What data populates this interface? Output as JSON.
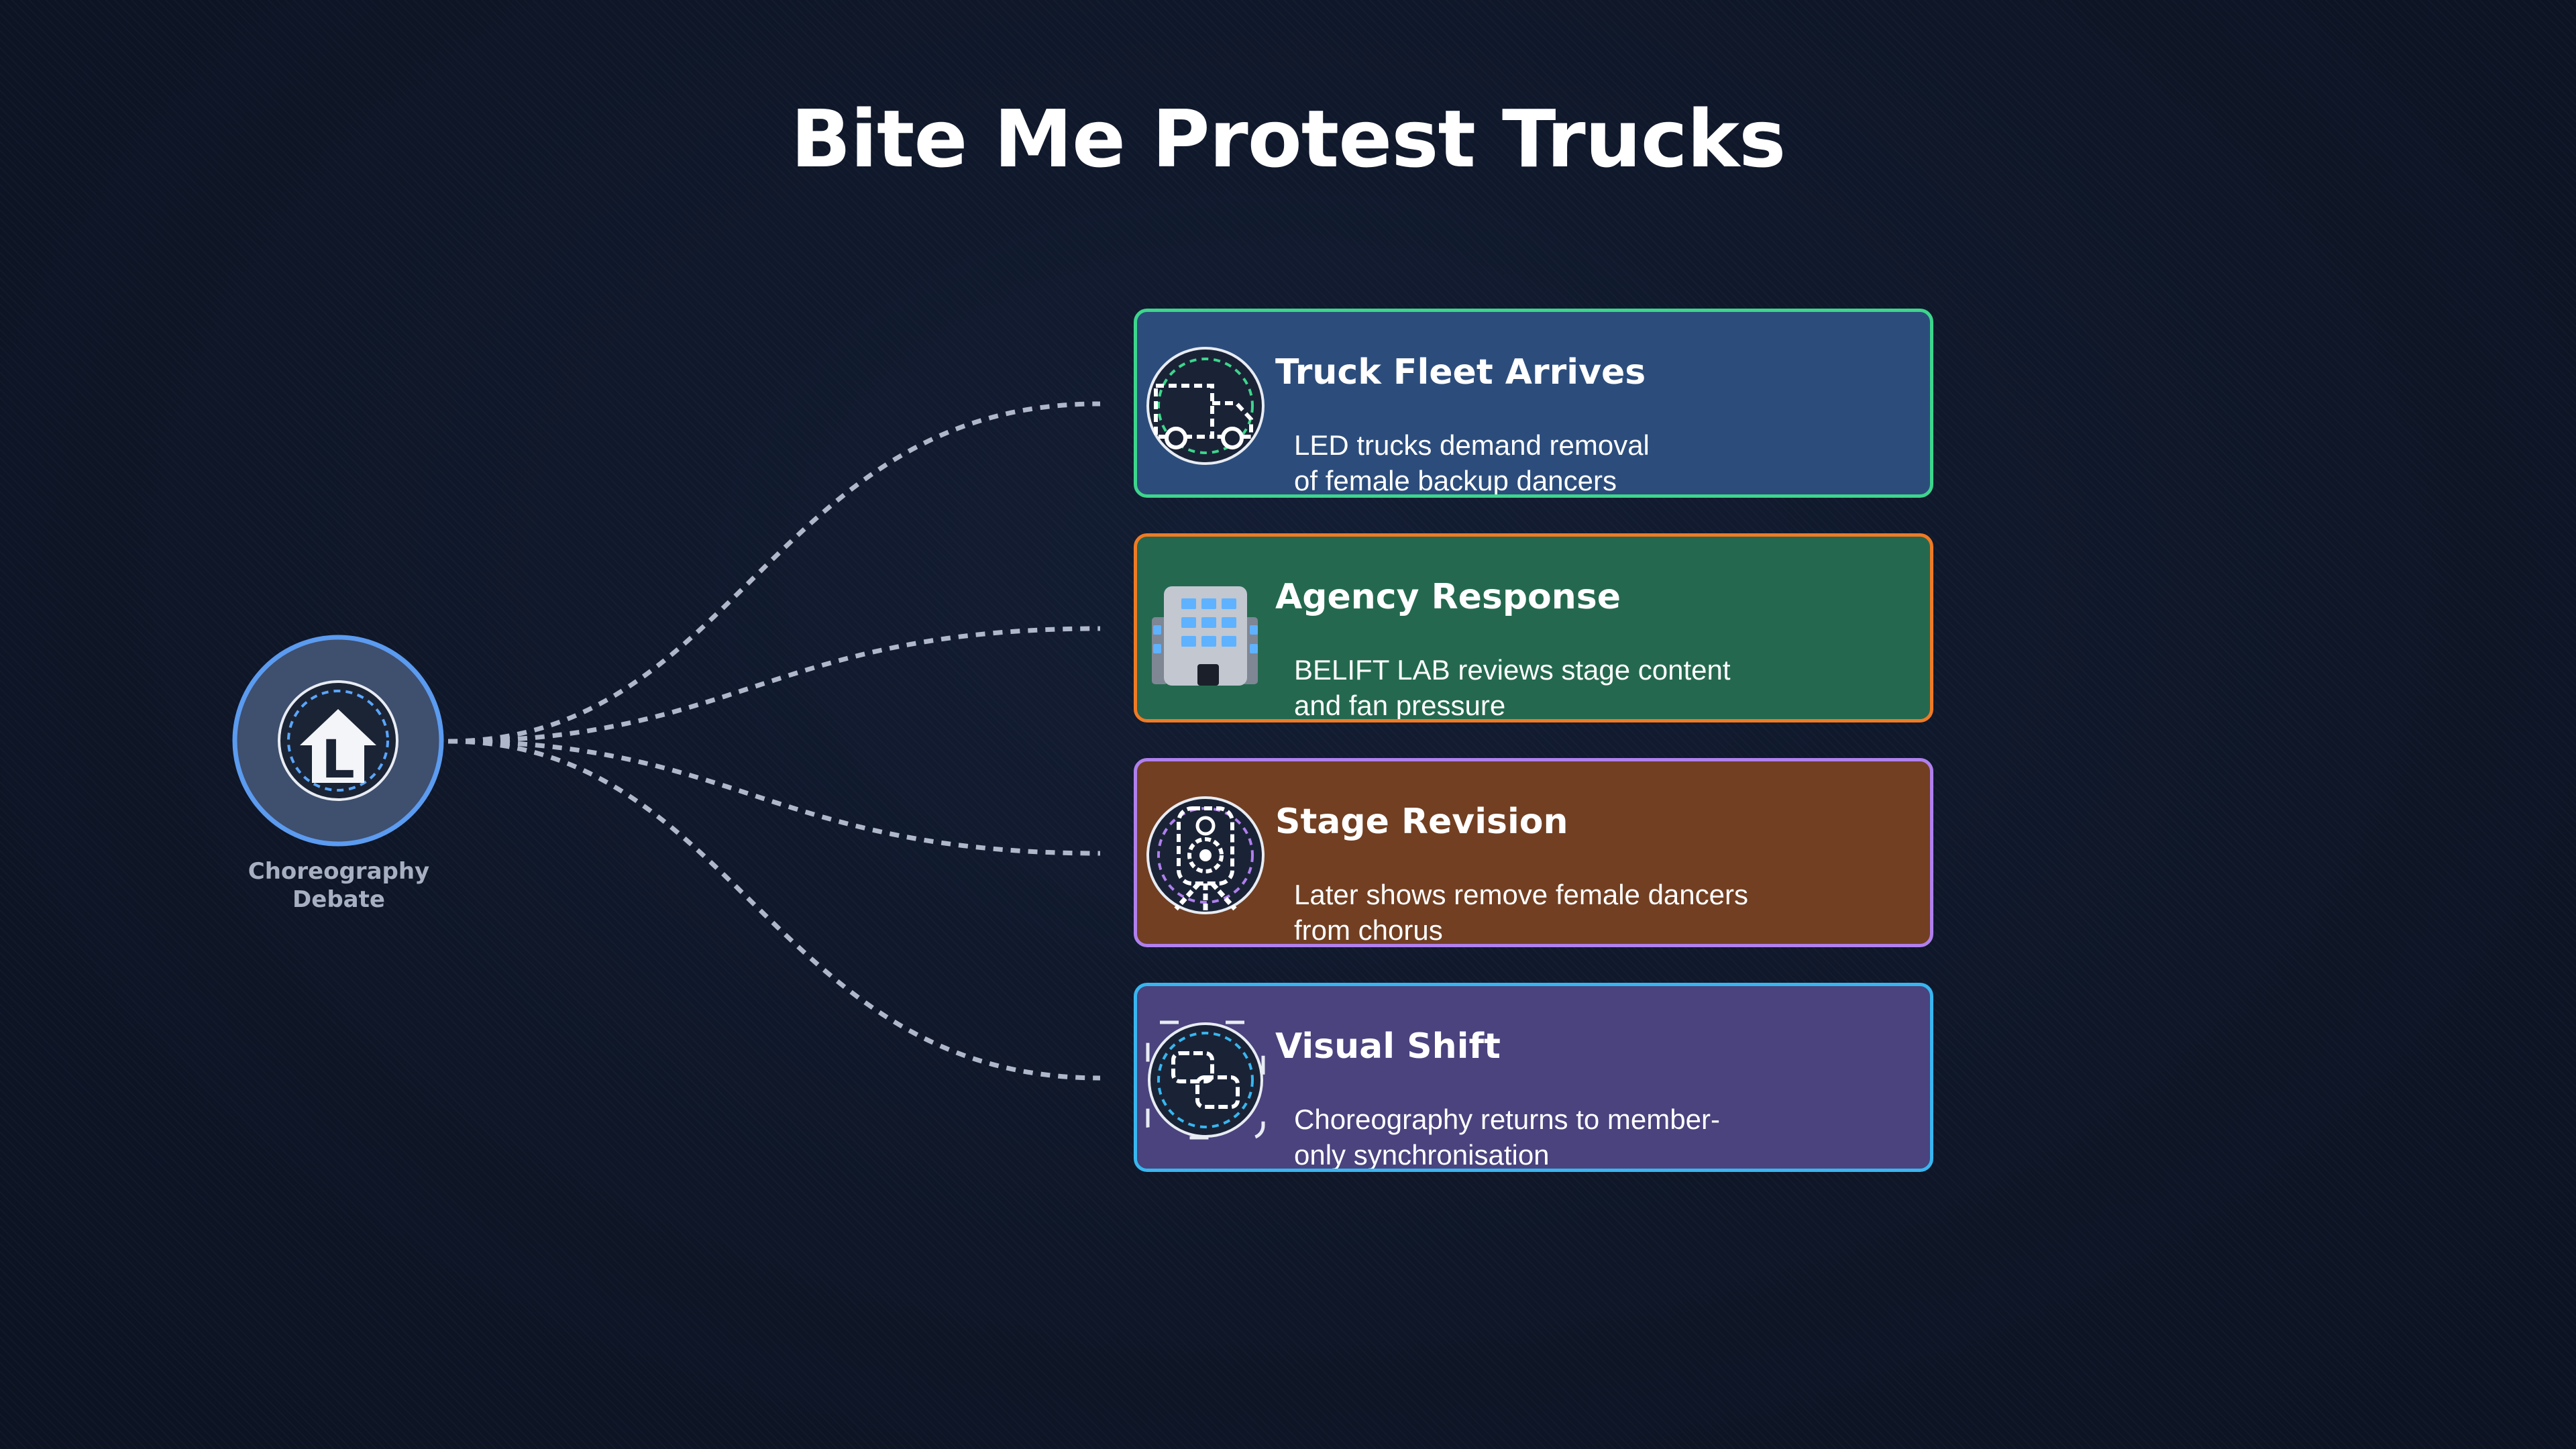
{
  "title": "Bite Me Protest Trucks",
  "hub": {
    "label_line1": "Choreography",
    "label_line2": "Debate",
    "icon": "house-letter-l-icon",
    "icon_letter": "L",
    "fill": "#3f4f6e",
    "border": "#5b9bf0"
  },
  "cards": [
    {
      "title": "Truck Fleet Arrives",
      "desc_line1": "LED trucks demand removal",
      "desc_line2": "of female backup dancers",
      "icon": "truck-icon",
      "bg": "#2c4d7c",
      "border": "#3dd68c"
    },
    {
      "title": "Agency Response",
      "desc_line1": "BELIFT LAB reviews stage content",
      "desc_line2": "and fan pressure",
      "icon": "office-building-icon",
      "bg": "#24694f",
      "border": "#f07a24"
    },
    {
      "title": "Stage Revision",
      "desc_line1": "Later shows remove female dancers",
      "desc_line2": "from chorus",
      "icon": "stage-performer-icon",
      "bg": "#723f22",
      "border": "#b080ee"
    },
    {
      "title": "Visual Shift",
      "desc_line1": "Choreography returns to member-",
      "desc_line2": "only synchronisation",
      "icon": "formation-squares-icon",
      "bg": "#4a437e",
      "border": "#38b6f0"
    }
  ]
}
